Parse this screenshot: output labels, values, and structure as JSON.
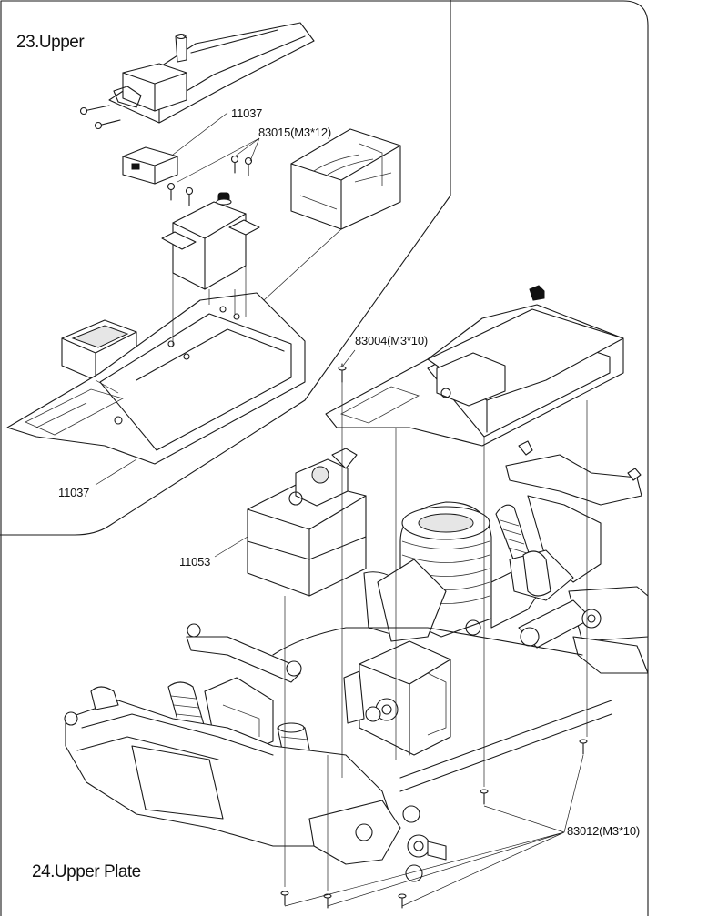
{
  "sections": {
    "upper": {
      "title": "23.Upper"
    },
    "upper_plate": {
      "title": "24.Upper Plate"
    }
  },
  "labels": {
    "part_11037_top": "11037",
    "screw_83015": "83015(M3*12)",
    "part_11037_bottom": "11037",
    "screw_83004": "83004(M3*10)",
    "part_11053": "11053",
    "screw_83012": "83012(M3*10)"
  }
}
